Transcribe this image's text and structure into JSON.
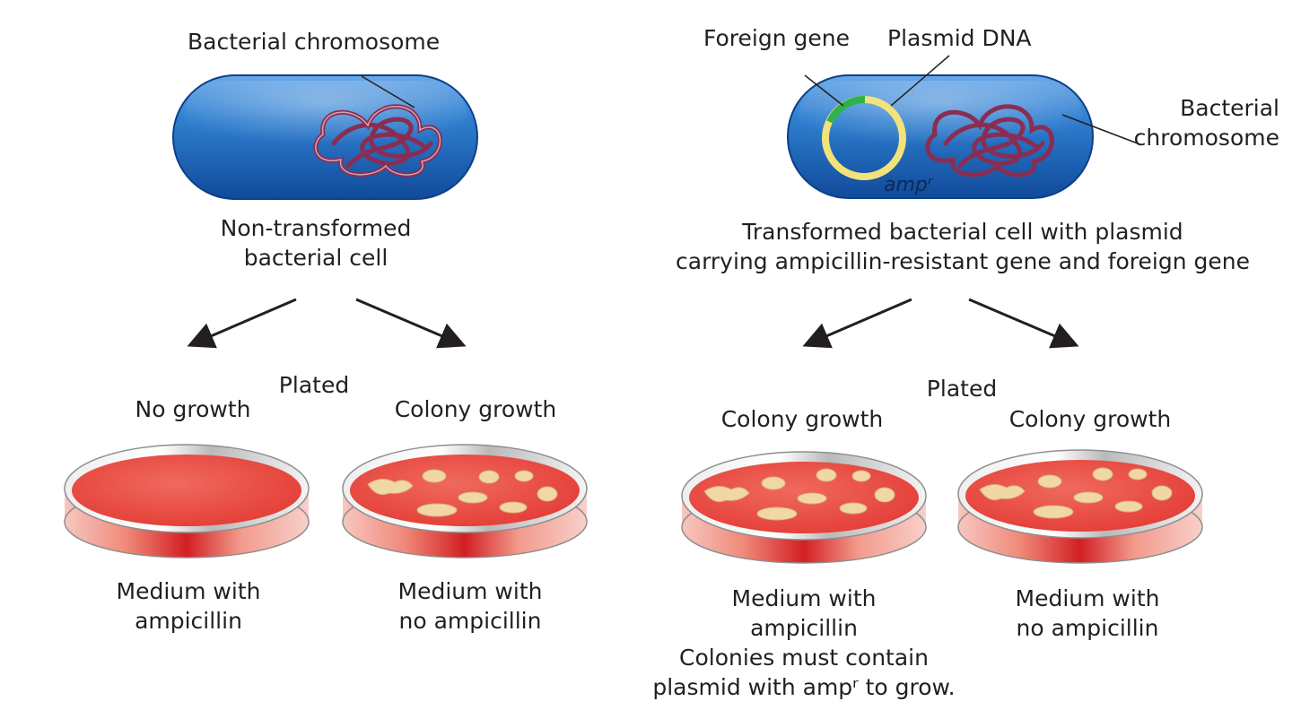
{
  "left": {
    "chromosome_label": "Bacterial chromosome",
    "cell_caption": [
      "Non-transformed",
      "bacterial cell"
    ],
    "plated": "Plated",
    "dish1_result": "No growth",
    "dish2_result": "Colony growth",
    "dish1_medium": [
      "Medium with",
      "ampicillin"
    ],
    "dish2_medium": [
      "Medium with",
      "no ampicillin"
    ]
  },
  "right": {
    "foreign_gene_label": "Foreign gene",
    "plasmid_label": "Plasmid DNA",
    "chromosome_label": [
      "Bacterial",
      "chromosome"
    ],
    "amp_label": "ampʳ",
    "cell_caption": [
      "Transformed bacterial cell with plasmid",
      "carrying ampicillin-resistant gene and foreign gene"
    ],
    "plated": "Plated",
    "dish1_result": "Colony growth",
    "dish2_result": "Colony growth",
    "dish1_medium": [
      "Medium with",
      "ampicillin",
      "Colonies must contain",
      "plasmid with ampʳ to grow."
    ],
    "dish2_medium": [
      "Medium with",
      "no ampicillin"
    ]
  },
  "colors": {
    "cell_blue": "#1e6fc4",
    "chromosome": "#8a2d52",
    "plasmid": "#f3e27a",
    "foreign_gene": "#2db34a",
    "agar_red": "#e8413a",
    "colony": "#f2d7a6"
  }
}
